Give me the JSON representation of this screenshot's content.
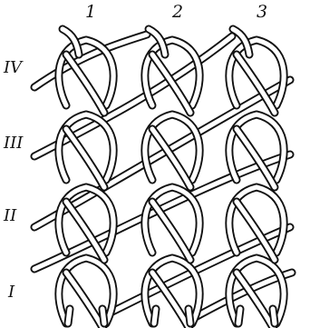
{
  "figure": {
    "column_labels": [
      "1",
      "2",
      "3"
    ],
    "row_labels": [
      "IV",
      "III",
      "II",
      "I"
    ],
    "colors": {
      "background": "#ffffff",
      "yarn_outline": "#111111",
      "yarn_fill": "#ffffff"
    }
  }
}
